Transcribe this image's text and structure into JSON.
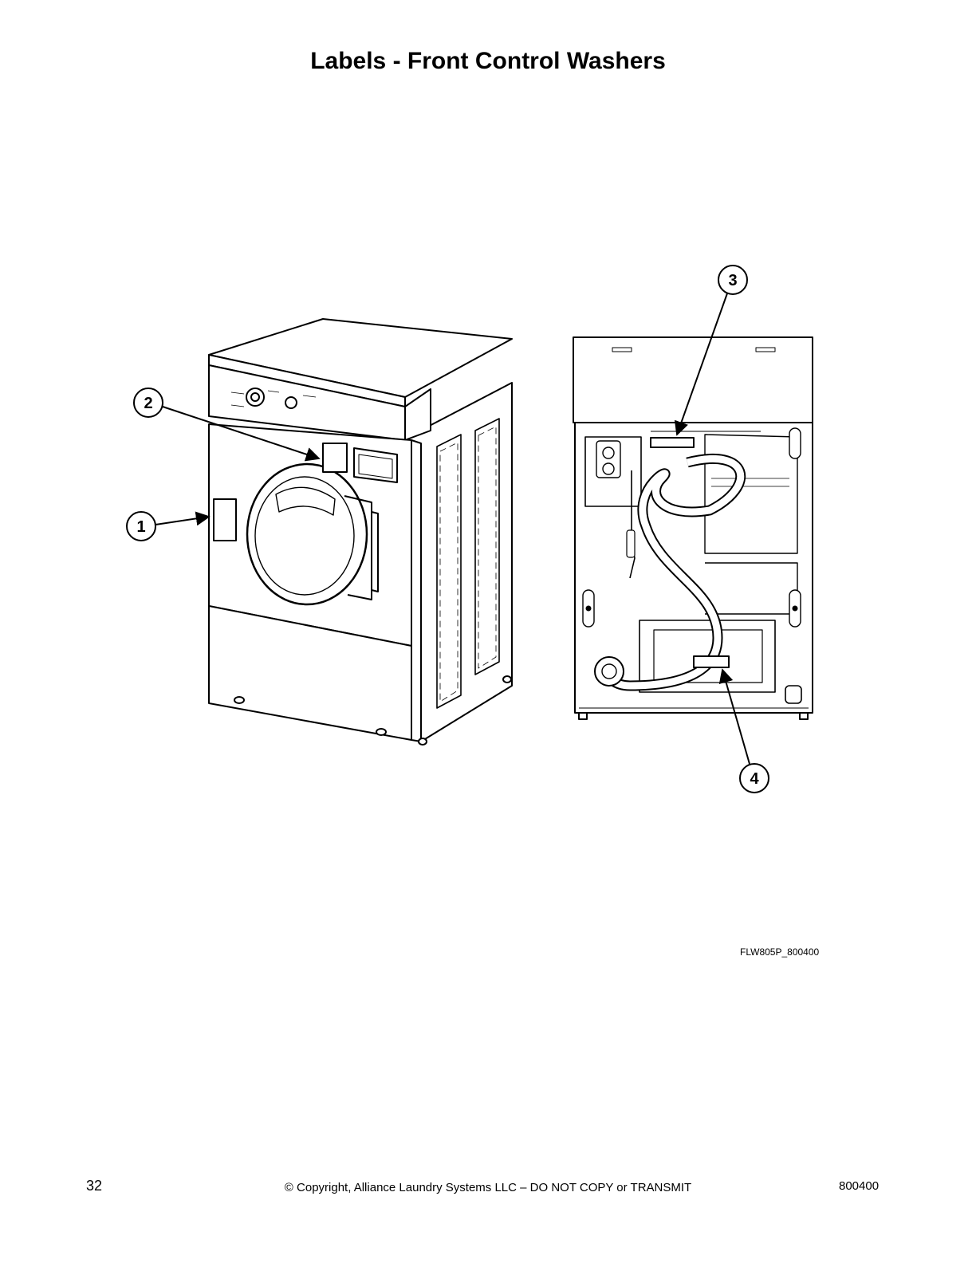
{
  "page": {
    "title": "Labels - Front Control Washers",
    "figure_id": "FLW805P_800400",
    "page_number": "32",
    "copyright": "© Copyright, Alliance Laundry Systems LLC – DO NOT COPY or TRANSMIT",
    "doc_number": "800400"
  },
  "callouts": [
    {
      "label": "1"
    },
    {
      "label": "2"
    },
    {
      "label": "3"
    },
    {
      "label": "4"
    }
  ]
}
